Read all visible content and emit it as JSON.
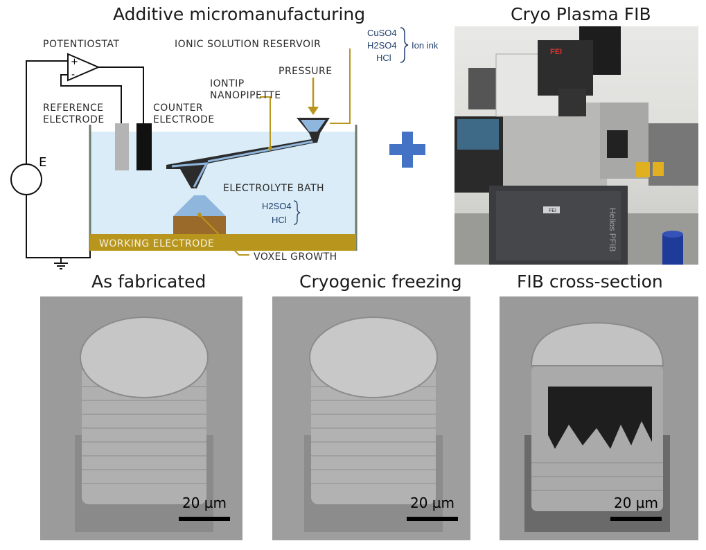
{
  "titles": {
    "additive": "Additive micromanufacturing",
    "cryo_fib": "Cryo Plasma FIB",
    "as_fabricated": "As fabricated",
    "cryo_freezing": "Cryogenic freezing",
    "fib_cross_section": "FIB cross-section"
  },
  "schematic": {
    "potentiostat": "POTENTIOSTAT",
    "reference_line1": "REFERENCE",
    "reference_line2": "ELECTRODE",
    "counter_line1": "COUNTER",
    "counter_line2": "ELECTRODE",
    "reservoir": "IONIC SOLUTION RESERVOIR",
    "pressure": "PRESSURE",
    "iontip_line1": "IONTIP",
    "iontip_line2": "NANOPIPETTE",
    "electrolyte": "ELECTROLYTE BATH",
    "working": "WORKING ELECTRODE",
    "voxel": "VOXEL GROWTH",
    "e_label": "E",
    "plus_sign": "+",
    "minus_sign": "-",
    "ion_ink_label": "Ion ink",
    "ion_ink": [
      "CuSO4",
      "H2SO4",
      "HCl"
    ],
    "bath_chem": [
      "H2SO4",
      "HCl"
    ]
  },
  "photo": {
    "brand_top": "FEI",
    "brand_panel": "FEI",
    "model": "Helios PFIB"
  },
  "scale_bars": {
    "as_fabricated": "20 µm",
    "cryo_freezing": "20 µm",
    "fib_cross_section": "20 µm"
  },
  "colors": {
    "gold": "#b8961e",
    "bath": "#d9ecf7",
    "pipette_blue": "#8fb6dc",
    "plus_blue": "#4472c4",
    "ink_text": "#1f3d6b"
  }
}
